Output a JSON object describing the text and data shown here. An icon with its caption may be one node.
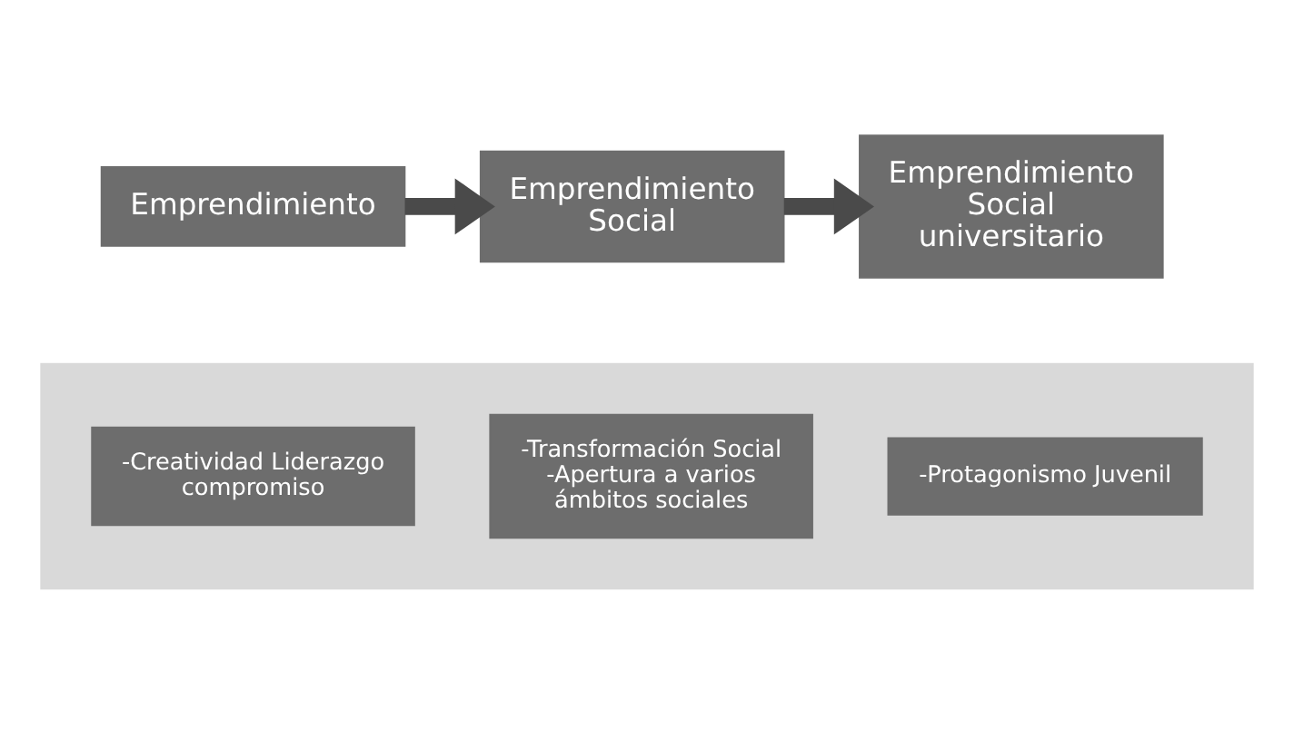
{
  "diagram": {
    "nodes": [
      {
        "text": [
          "Emprendimiento"
        ]
      },
      {
        "text": [
          "Emprendimiento Social"
        ]
      },
      {
        "text": [
          "Emprendimiento Social universitario"
        ]
      },
      {
        "text": [],
        "shape": "arrow"
      },
      {
        "text": [
          "-Creatividad Liderazgo compromiso"
        ],
        "in": 3
      },
      {
        "text": [
          "-Transformación Social",
          "-Apertura a varios ámbitos sociales"
        ],
        "in": 3
      },
      {
        "text": [
          "-Protagonismo Juvenil"
        ],
        "in": 3
      }
    ],
    "edges": [
      {
        "from": 0,
        "to": 1,
        "arrow": "to"
      },
      {
        "from": 1,
        "to": 2,
        "arrow": "to"
      }
    ]
  }
}
